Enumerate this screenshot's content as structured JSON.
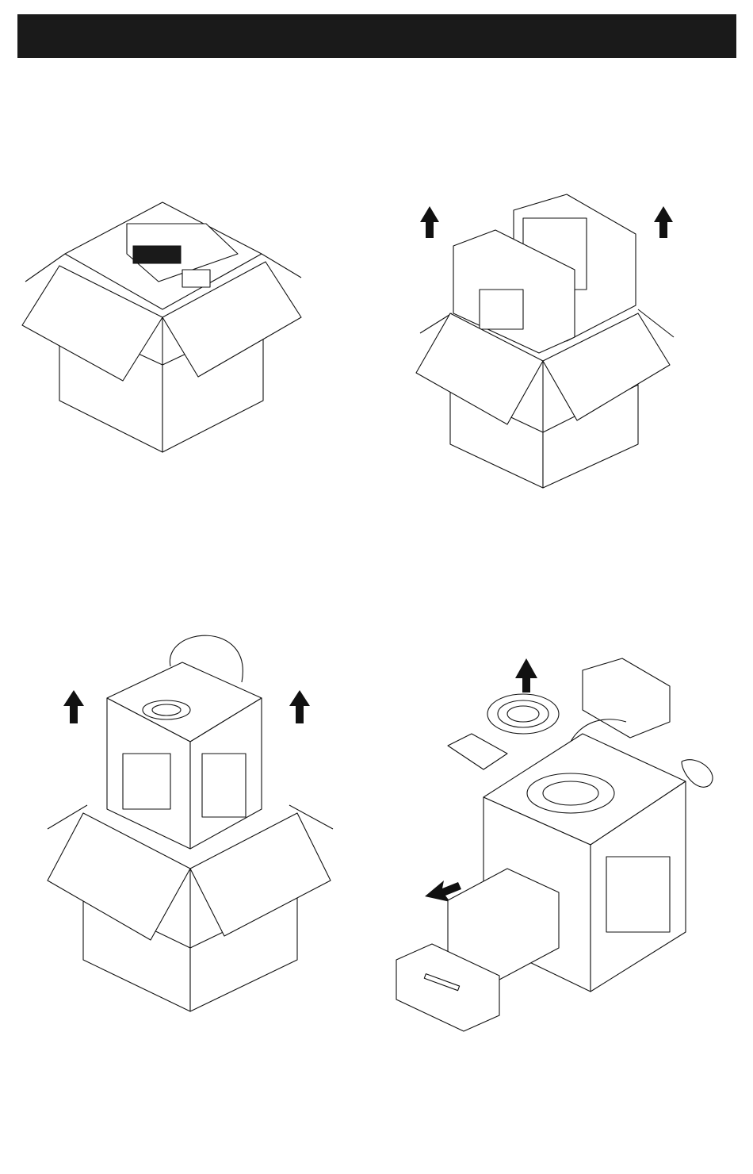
{
  "header": {
    "title": ""
  },
  "steps": [
    {
      "name": "open-box"
    },
    {
      "name": "remove-top-foam"
    },
    {
      "name": "lift-printer"
    },
    {
      "name": "remove-accessories"
    }
  ],
  "colors": {
    "header_bg": "#1a1a1a",
    "line": "#111111",
    "background": "#ffffff"
  },
  "icons": [
    "up-arrow-icon",
    "diagonal-arrow-icon"
  ]
}
